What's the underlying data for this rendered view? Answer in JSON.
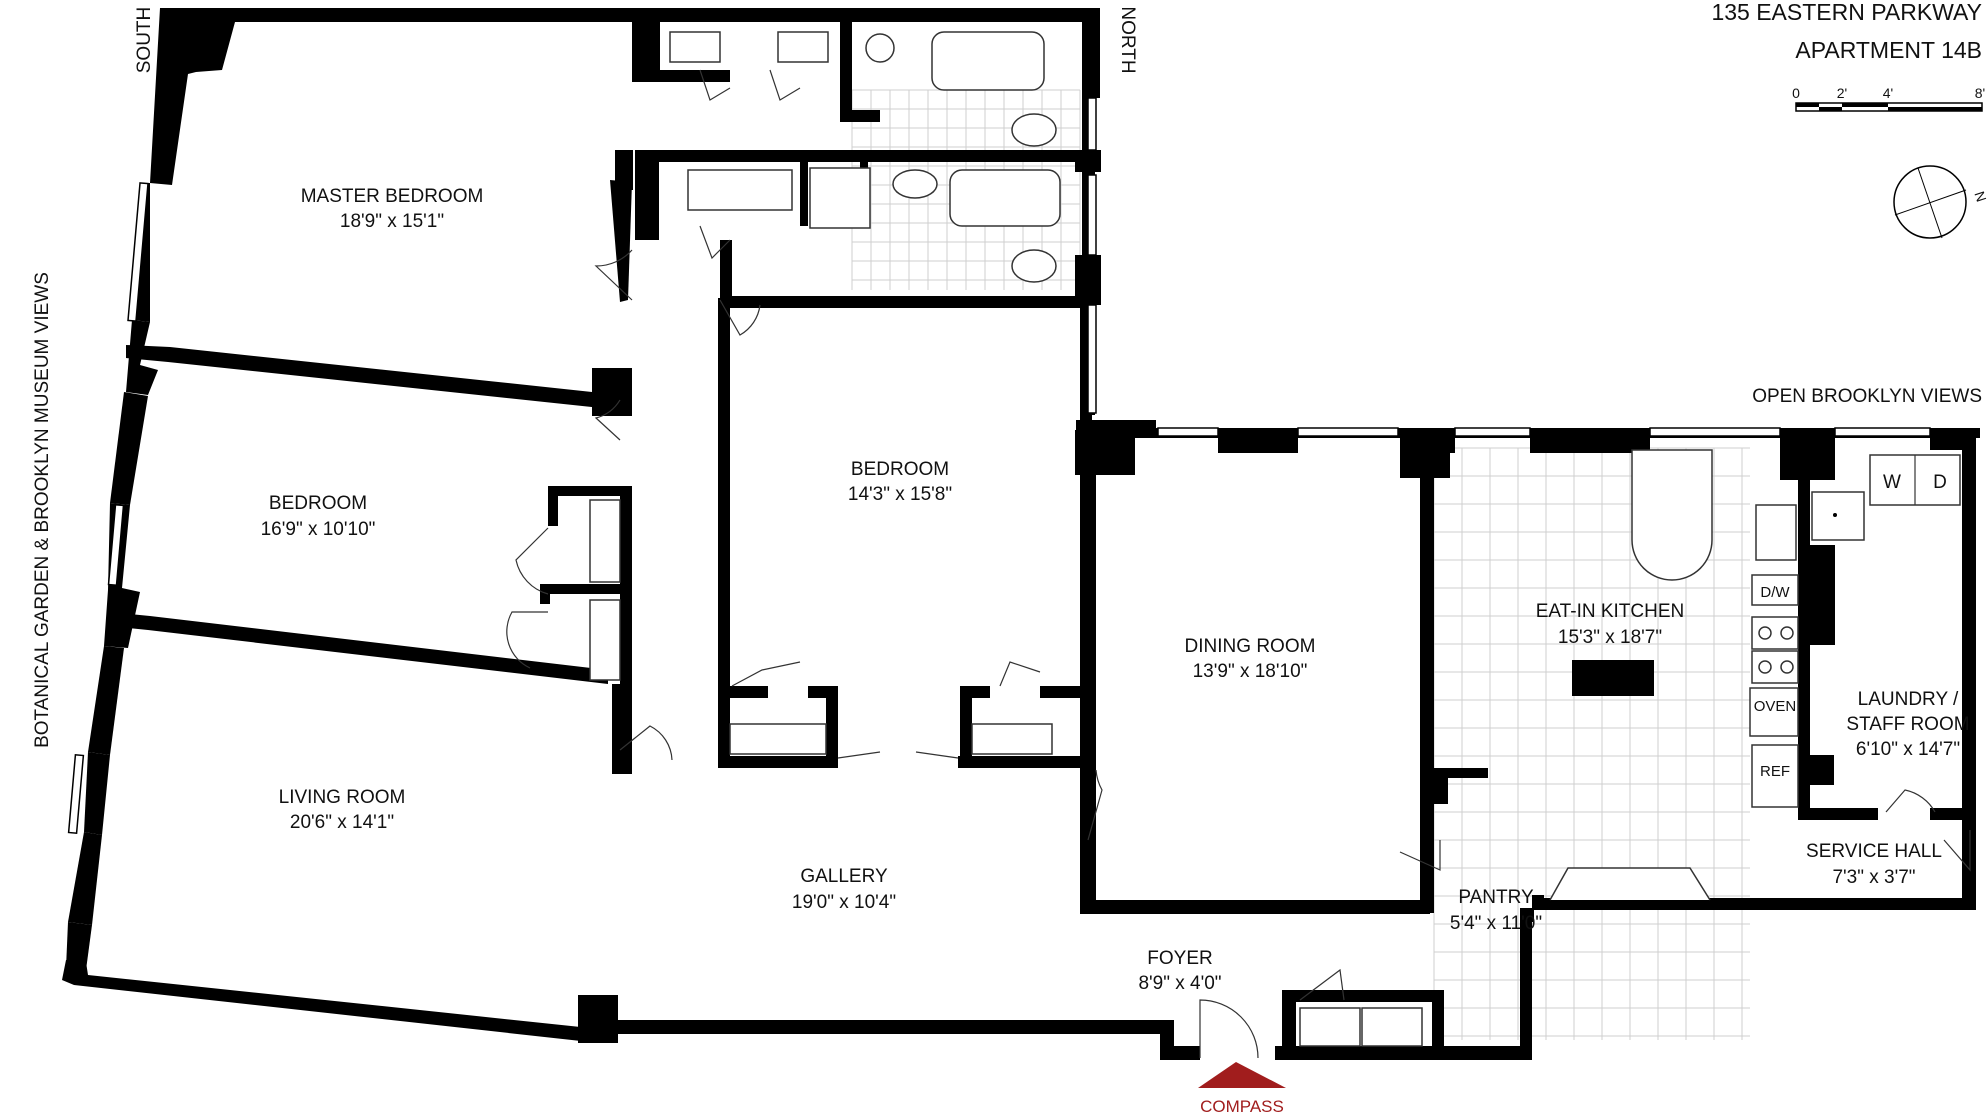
{
  "header": {
    "address": "135 EASTERN PARKWAY",
    "unit": "APARTMENT 14B"
  },
  "scale_bar": {
    "ticks": [
      "0",
      "2'",
      "4'",
      "8'"
    ]
  },
  "orientation": {
    "compass_letter": "N",
    "north_label": "NORTH",
    "south_label": "SOUTH"
  },
  "views": {
    "left": "BOTANICAL GARDEN & BROOKLYN MUSEUM VIEWS",
    "right": "OPEN BROOKLYN VIEWS"
  },
  "rooms": {
    "master_bedroom": {
      "name": "MASTER BEDROOM",
      "dim": "18'9\" x 15'1\""
    },
    "bedroom_left": {
      "name": "BEDROOM",
      "dim": "16'9\" x 10'10\""
    },
    "living_room": {
      "name": "LIVING ROOM",
      "dim": "20'6\" x 14'1\""
    },
    "bedroom_center": {
      "name": "BEDROOM",
      "dim": "14'3\" x 15'8\""
    },
    "dining_room": {
      "name": "DINING ROOM",
      "dim": "13'9\" x 18'10\""
    },
    "kitchen": {
      "name": "EAT-IN KITCHEN",
      "dim": "15'3\" x 18'7\""
    },
    "laundry": {
      "name_line1": "LAUNDRY /",
      "name_line2": "STAFF ROOM",
      "dim": "6'10\" x 14'7\""
    },
    "service_hall": {
      "name": "SERVICE HALL",
      "dim": "7'3\" x 3'7\""
    },
    "gallery": {
      "name": "GALLERY",
      "dim": "19'0\" x 10'4\""
    },
    "pantry": {
      "name": "PANTRY",
      "dim": "5'4\" x 11'0\""
    },
    "foyer": {
      "name": "FOYER",
      "dim": "8'9\" x 4'0\""
    }
  },
  "appliances": {
    "washer": "W",
    "dryer": "D",
    "dishwasher": "D/W",
    "oven": "OVEN",
    "refrigerator": "REF"
  },
  "brand": {
    "logo_text": "COMPASS",
    "color": "#a11d1d"
  }
}
